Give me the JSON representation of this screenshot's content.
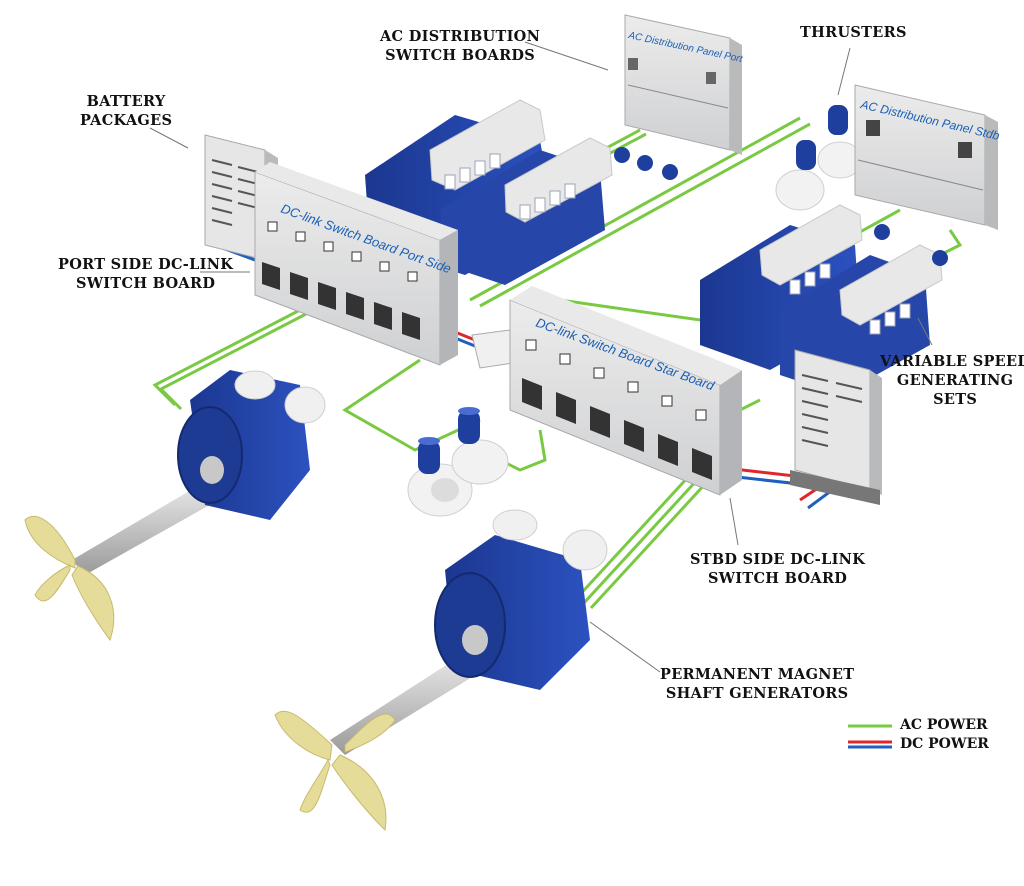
{
  "callouts": {
    "ac_distribution": [
      "AC DISTRIBUTION",
      "SWITCH BOARDS"
    ],
    "thrusters": "THRUSTERS",
    "battery": [
      "BATTERY",
      "PACKAGES"
    ],
    "port_dclink": [
      "PORT SIDE DC-LINK",
      "SWITCH BOARD"
    ],
    "variable_speed": [
      "VARIABLE SPEED",
      "GENERATING",
      "SETS"
    ],
    "stbd_dclink": [
      "STBD SIDE DC-LINK",
      "SWITCH BOARD"
    ],
    "shaft_generators": [
      "PERMANENT MAGNET",
      "SHAFT GENERATORS"
    ]
  },
  "panels": {
    "ac_port": "AC Distribution Panel Port",
    "ac_stdb": "AC Distribution Panel Stdb",
    "dc_port": "DC-link Switch Board Port Side",
    "dc_star": "DC-link Switch Board Star Board"
  },
  "legend": {
    "ac": {
      "label": "AC POWER",
      "colors": [
        "#7ac943"
      ]
    },
    "dc": {
      "label": "DC POWER",
      "colors": [
        "#e0262b",
        "#1f5fbf"
      ]
    }
  },
  "colors": {
    "ac_line": "#7ac943",
    "dc_pos": "#e0262b",
    "dc_neg": "#1f5fbf",
    "machine_blue": "#1f3f9e",
    "cabinet_grey": "#d9dadc",
    "propeller": "#e6dc9a"
  }
}
